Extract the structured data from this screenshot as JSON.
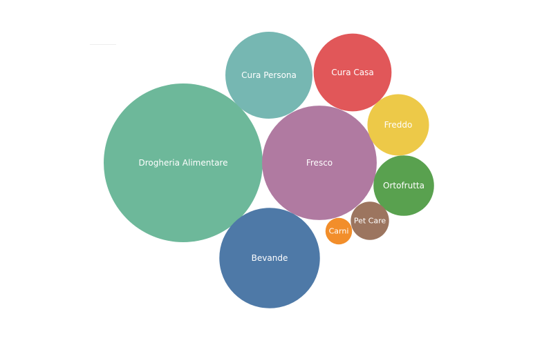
{
  "chart_data": {
    "type": "bubble",
    "title": "",
    "series": [
      {
        "name": "Drogheria Alimentare",
        "value": 100,
        "color": "#6db89a"
      },
      {
        "name": "Fresco",
        "value": 52,
        "color": "#b07aa1"
      },
      {
        "name": "Bevande",
        "value": 40,
        "color": "#4e79a7"
      },
      {
        "name": "Cura Persona",
        "value": 30,
        "color": "#76b7b2"
      },
      {
        "name": "Cura Casa",
        "value": 24,
        "color": "#e15759"
      },
      {
        "name": "Ortofrutta",
        "value": 14.5,
        "color": "#59a14f"
      },
      {
        "name": "Freddo",
        "value": 15,
        "color": "#edc948"
      },
      {
        "name": "Pet Care",
        "value": 5.8,
        "color": "#9c755f"
      },
      {
        "name": "Carni",
        "value": 2.8,
        "color": "#f28e2b"
      }
    ]
  }
}
